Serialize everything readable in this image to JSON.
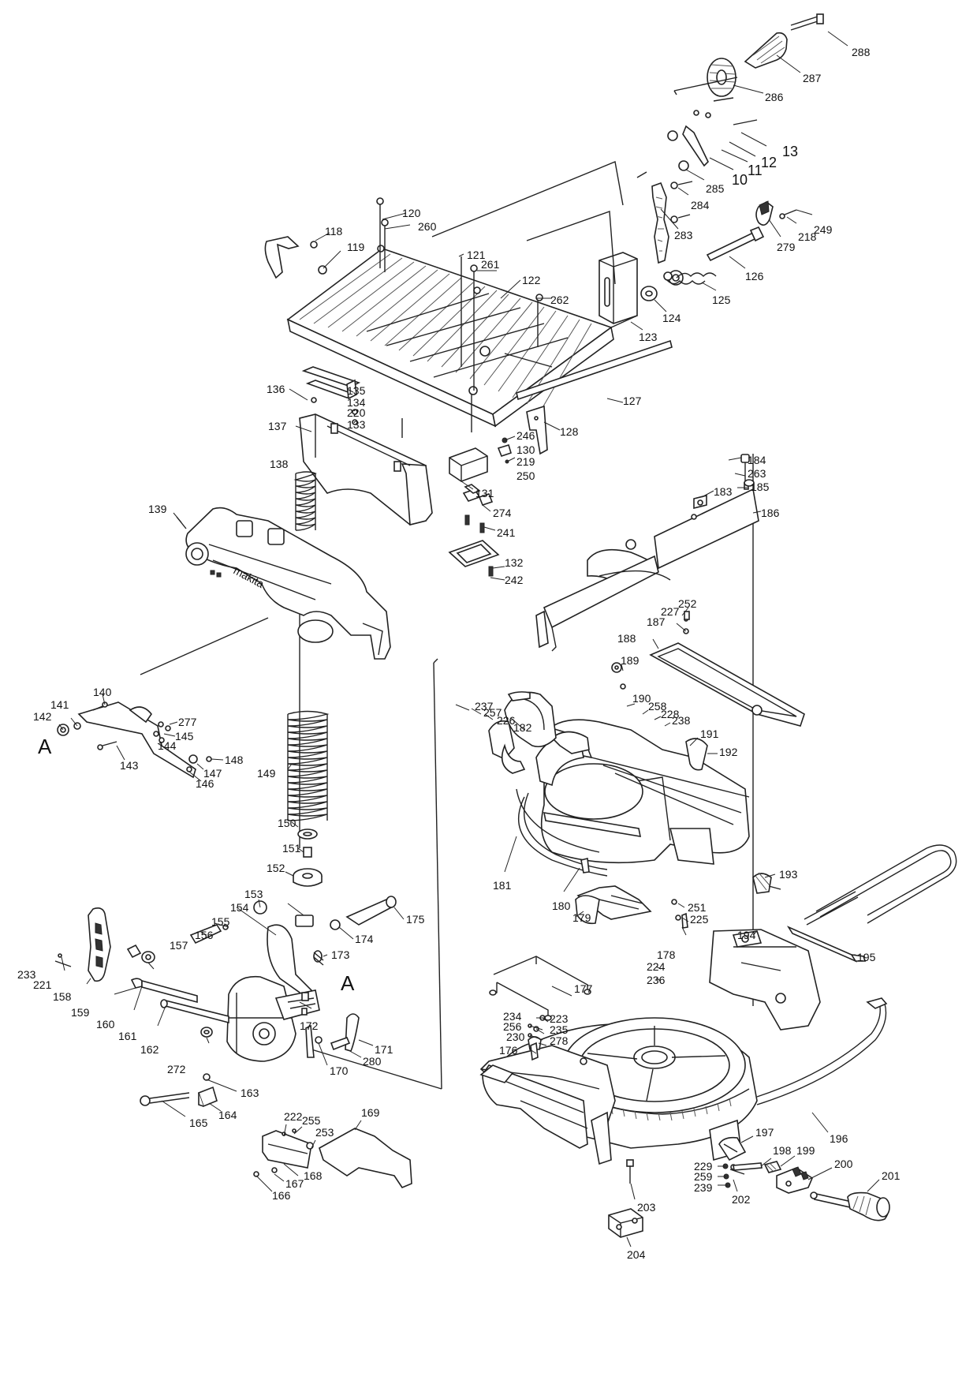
{
  "callouts": [
    {
      "text": "288"
    },
    {
      "text": "287"
    },
    {
      "text": "286"
    },
    {
      "text": "13"
    },
    {
      "text": "12"
    },
    {
      "text": "11"
    },
    {
      "text": "10"
    },
    {
      "text": "285"
    },
    {
      "text": "284"
    },
    {
      "text": "283"
    },
    {
      "text": "249"
    },
    {
      "text": "218"
    },
    {
      "text": "279"
    },
    {
      "text": "126"
    },
    {
      "text": "125"
    },
    {
      "text": "124"
    },
    {
      "text": "123"
    },
    {
      "text": "120"
    },
    {
      "text": "260"
    },
    {
      "text": "118"
    },
    {
      "text": "119"
    },
    {
      "text": "121"
    },
    {
      "text": "261"
    },
    {
      "text": "122"
    },
    {
      "text": "262"
    },
    {
      "text": "127"
    },
    {
      "text": "128"
    },
    {
      "text": "136"
    },
    {
      "text": "135"
    },
    {
      "text": "134"
    },
    {
      "text": "220"
    },
    {
      "text": "133"
    },
    {
      "text": "137"
    },
    {
      "text": "246"
    },
    {
      "text": "130"
    },
    {
      "text": "219"
    },
    {
      "text": "250"
    },
    {
      "text": "131"
    },
    {
      "text": "274"
    },
    {
      "text": "241"
    },
    {
      "text": "132"
    },
    {
      "text": "242"
    },
    {
      "text": "138"
    },
    {
      "text": "139"
    },
    {
      "text": "184"
    },
    {
      "text": "263"
    },
    {
      "text": "185"
    },
    {
      "text": "183"
    },
    {
      "text": "186"
    },
    {
      "text": "252"
    },
    {
      "text": "227"
    },
    {
      "text": "187"
    },
    {
      "text": "188"
    },
    {
      "text": "189"
    },
    {
      "text": "140"
    },
    {
      "text": "141"
    },
    {
      "text": "142"
    },
    {
      "text": "277"
    },
    {
      "text": "145"
    },
    {
      "text": "144"
    },
    {
      "text": "143"
    },
    {
      "text": "148"
    },
    {
      "text": "147"
    },
    {
      "text": "146"
    },
    {
      "text": "237"
    },
    {
      "text": "257"
    },
    {
      "text": "226"
    },
    {
      "text": "182"
    },
    {
      "text": "190"
    },
    {
      "text": "258"
    },
    {
      "text": "228"
    },
    {
      "text": "238"
    },
    {
      "text": "191"
    },
    {
      "text": "192"
    },
    {
      "text": "149"
    },
    {
      "text": "150"
    },
    {
      "text": "151"
    },
    {
      "text": "152"
    },
    {
      "text": "181"
    },
    {
      "text": "180"
    },
    {
      "text": "179"
    },
    {
      "text": "251"
    },
    {
      "text": "225"
    },
    {
      "text": "193"
    },
    {
      "text": "153"
    },
    {
      "text": "154"
    },
    {
      "text": "155"
    },
    {
      "text": "156"
    },
    {
      "text": "157"
    },
    {
      "text": "175"
    },
    {
      "text": "174"
    },
    {
      "text": "173"
    },
    {
      "text": "178"
    },
    {
      "text": "194"
    },
    {
      "text": "195"
    },
    {
      "text": "233"
    },
    {
      "text": "221"
    },
    {
      "text": "158"
    },
    {
      "text": "159"
    },
    {
      "text": "160"
    },
    {
      "text": "161"
    },
    {
      "text": "162"
    },
    {
      "text": "172"
    },
    {
      "text": "171"
    },
    {
      "text": "280"
    },
    {
      "text": "170"
    },
    {
      "text": "272"
    },
    {
      "text": "224"
    },
    {
      "text": "236"
    },
    {
      "text": "177"
    },
    {
      "text": "234"
    },
    {
      "text": "223"
    },
    {
      "text": "256"
    },
    {
      "text": "235"
    },
    {
      "text": "230"
    },
    {
      "text": "278"
    },
    {
      "text": "176"
    },
    {
      "text": "163"
    },
    {
      "text": "164"
    },
    {
      "text": "165"
    },
    {
      "text": "222"
    },
    {
      "text": "255"
    },
    {
      "text": "253"
    },
    {
      "text": "169"
    },
    {
      "text": "167"
    },
    {
      "text": "168"
    },
    {
      "text": "166"
    },
    {
      "text": "196"
    },
    {
      "text": "197"
    },
    {
      "text": "198"
    },
    {
      "text": "229"
    },
    {
      "text": "259"
    },
    {
      "text": "239"
    },
    {
      "text": "199"
    },
    {
      "text": "200"
    },
    {
      "text": "202"
    },
    {
      "text": "201"
    },
    {
      "text": "203"
    },
    {
      "text": "204"
    }
  ],
  "letters": [
    {
      "text": "A"
    },
    {
      "text": "A"
    }
  ],
  "logo_text": "makita",
  "colors": {
    "line": "#222222",
    "background": "#ffffff",
    "text": "#111111"
  }
}
